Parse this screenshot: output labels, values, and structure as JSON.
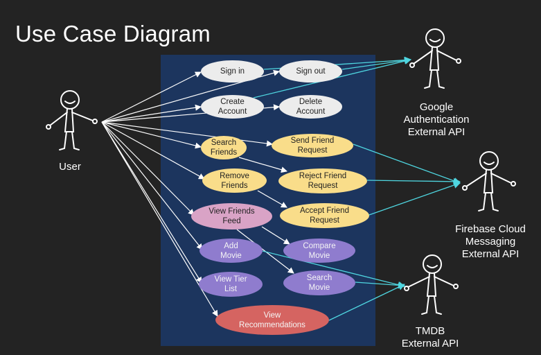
{
  "title": "Use Case Diagram",
  "actors": {
    "user": "User",
    "google": "Google\nAuthentication\nExternal API",
    "firebase": "Firebase Cloud\nMessaging\nExternal API",
    "tmdb": "TMDB\nExternal API"
  },
  "use_cases": {
    "sign_in": "Sign in",
    "sign_out": "Sign out",
    "create_account": "Create\nAccount",
    "delete_account": "Delete\nAccount",
    "search_friends": "Search\nFriends",
    "send_friend_request": "Send Friend\nRequest",
    "remove_friends": "Remove\nFriends",
    "reject_friend_request": "Reject Friend\nRequest",
    "view_friends_feed": "View Friends\nFeed",
    "accept_friend_request": "Accept Friend\nRequest",
    "add_movie": "Add\nMovie",
    "compare_movie": "Compare\nMovie",
    "view_tier_list": "View Tier\nList",
    "search_movie": "Search\nMovie",
    "view_recommendations": "View\nRecommendations"
  },
  "colors": {
    "background": "#232323",
    "system_box": "#1c355e",
    "user_arrow": "#ffffff",
    "api_arrow": "#4fd6e0",
    "auth_case": "#ececec",
    "friends_case": "#f9dd8a",
    "feed_case": "#d9a3c6",
    "movie_case": "#8f7cce",
    "recommend_case": "#d56461"
  }
}
